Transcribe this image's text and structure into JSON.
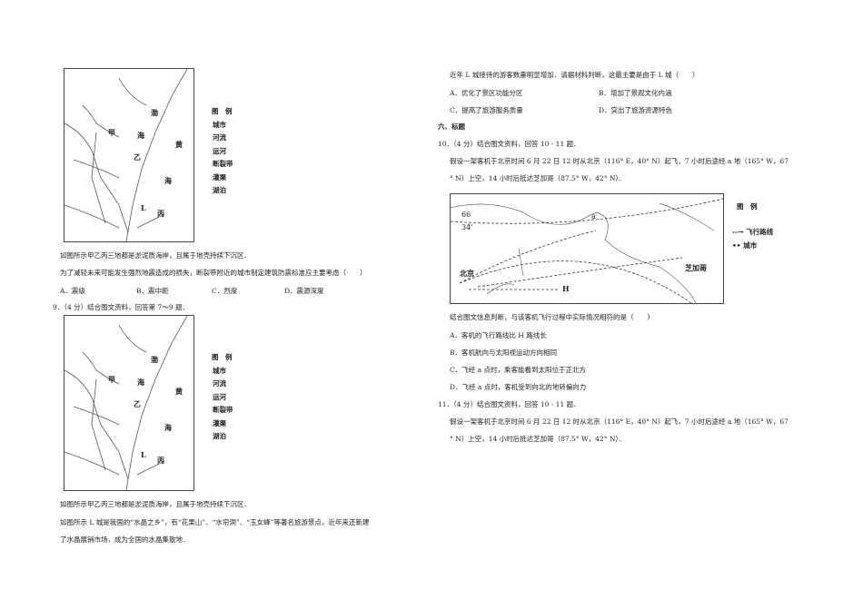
{
  "map1": {
    "labels": [
      "渤",
      "海",
      "黄",
      "海",
      "甲",
      "乙",
      "丙",
      "L"
    ],
    "legend_title": "图　例",
    "legend": [
      "城市",
      "河流",
      "运河",
      "断裂带",
      "灌渠",
      "湖泊"
    ]
  },
  "left": {
    "p1": "如图所示甲乙丙三地都是淤泥质海岸，且属于地壳持续下沉区．",
    "q8": "为了减轻未来可能发生强烈地震造成的损失，断裂带附近的城市制定建筑防震标准应主要考虑（　　）",
    "q8_options": [
      "A．震级",
      "B．震中距",
      "C．烈度",
      "D．震源深度"
    ],
    "q9": "9．（4 分）结合图文资料，回答第 7～9 题．",
    "p2": "如图所示甲乙丙三地都是淤泥质海岸，且属于地壳持续下沉区．",
    "p3a": "如图所示 L 城是我国的“水晶之乡”，有“花果山”、“水帘洞”、“玉女峰”等著名旅游景点，近年来还新建",
    "p3b": "了水晶展销市场，成为全国的水晶集散地．"
  },
  "right": {
    "q9b": "近年 L 城接待的游客数量明显增加．请据材料判断，这最主要是由于 L 城（　　）",
    "q9_options": [
      "A．优化了景区功能分区",
      "B．增加了景观文化内涵",
      "C．提高了旅游服务质量",
      "D．突出了旅游资源特色"
    ],
    "section": "六、标题",
    "q10": "10．（4 分）结合图文资料，回答 10 - 11 题．",
    "q10_a": "假设一架客机于北京时间 6 月 22 日 12 时从北京（116° E，40° N）起飞，7 小时后途经 a 地（165° W，67",
    "q10_b": "° N）上空，14 小时后抵达芝加哥（87.5° W，42° N）．",
    "q10_q": "结合图文信息判断，与该客机飞行过程中实际情况相符的是（　　）",
    "q10_options": [
      "A．客机的飞行路线比 H 路线长",
      "B．客机航向与太阳视运动方向相同",
      "C．飞经 a 点时，乘客能看到太阳位于正北方",
      "D．飞经 a 点时，客机受到向北的地转偏向力"
    ],
    "q11": "11．（4 分）结合图文资料，回答 10 - 11 题．",
    "q11_a": "假设一架客机于北京时间 6 月 22 日 12 时从北京（116° E，40° N）起飞，7 小时后途经 a 地（165° W，67",
    "q11_b": "° N）上空，14 小时后抵达芝加哥（87.5° W，42° N）．"
  },
  "map3": {
    "labels": [
      "66",
      "34'",
      "a",
      "北京",
      "芝加哥",
      "H"
    ],
    "legend_title": "图　例",
    "legend": [
      "飞行路线",
      "城市"
    ]
  }
}
